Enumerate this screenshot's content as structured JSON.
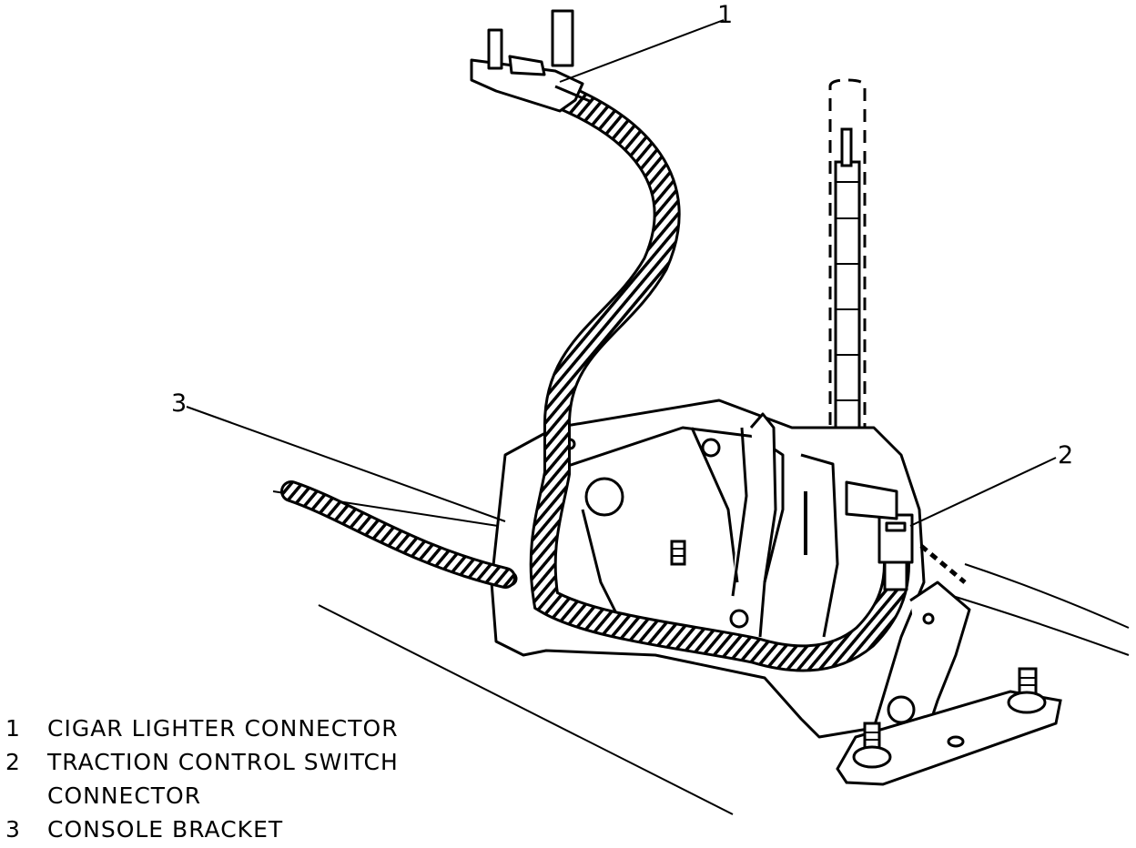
{
  "callouts": [
    {
      "number": "1"
    },
    {
      "number": "2"
    },
    {
      "number": "3"
    }
  ],
  "legend": [
    {
      "number": "1",
      "lines": [
        "CIGAR LIGHTER CONNECTOR"
      ]
    },
    {
      "number": "2",
      "lines": [
        "TRACTION CONTROL SWITCH",
        "CONNECTOR"
      ]
    },
    {
      "number": "3",
      "lines": [
        "CONSOLE BRACKET"
      ]
    }
  ],
  "colors": {
    "ink": "#000000",
    "background": "#ffffff"
  }
}
